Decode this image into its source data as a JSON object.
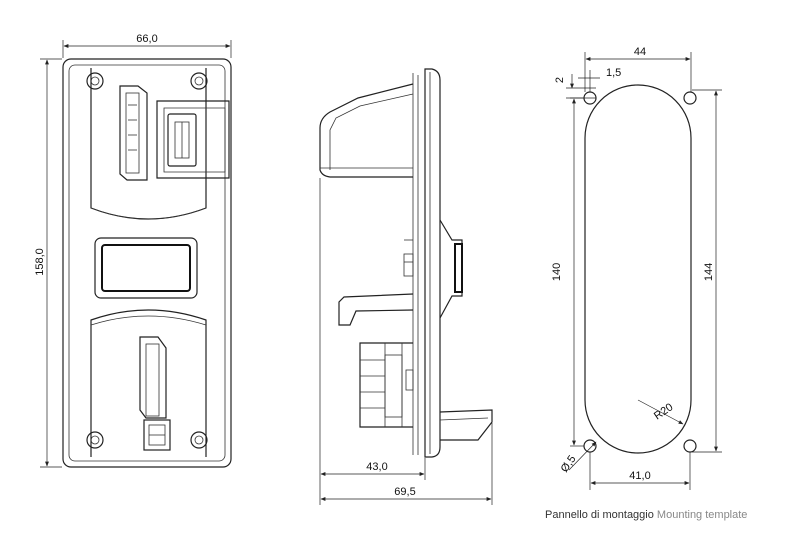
{
  "front_view": {
    "width_dim": "66,0",
    "height_dim": "158,0"
  },
  "side_view": {
    "depth_dim_1": "43,0",
    "depth_dim_2": "69,5"
  },
  "template_view": {
    "top_width_dim": "44",
    "hole_offset_dim": "2",
    "hole_inset_dim": "1,5",
    "inner_height_dim": "140",
    "outer_height_dim": "144",
    "radius_dim": "R20",
    "hole_diameter_dim": "Ø,5",
    "bottom_width_dim": "41,0"
  },
  "caption": {
    "it": "Pannello di montaggio",
    "en": "Mounting template"
  }
}
